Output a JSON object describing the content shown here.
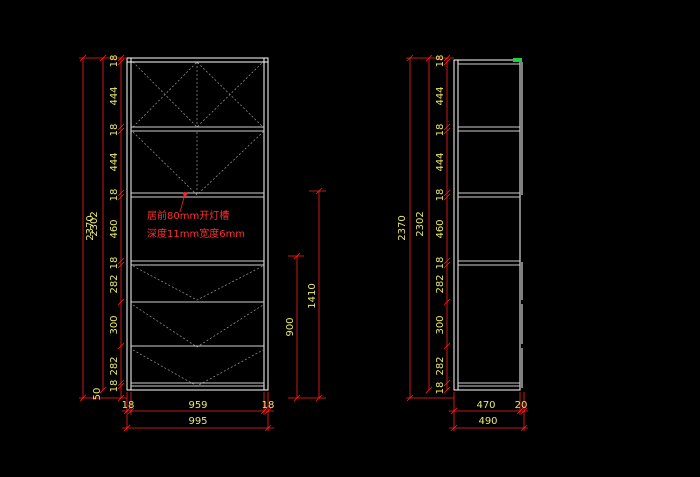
{
  "colors": {
    "background": "#000000",
    "cabinet": "#ffffff",
    "shelf": "#cfcfcf",
    "hidden_line": "#9a9a9a",
    "dimension_line": "#ff2020",
    "dimension_text": "#e8e870",
    "note_text": "#ff3030",
    "marker": "#22cc44"
  },
  "front_view": {
    "total_height": "2370",
    "inner_height": "2302",
    "segments": [
      "18",
      "444",
      "18",
      "444",
      "18",
      "460",
      "18",
      "282",
      "300",
      "282",
      "18",
      "50"
    ],
    "bottom_widths": {
      "left_side": "18",
      "inner": "959",
      "right_side": "18"
    },
    "total_width": "995",
    "lamp_slot_dims": [
      "1410",
      "900"
    ],
    "note_line1": "居前80mm开灯槽",
    "note_line2": "深度11mm宽度6mm"
  },
  "side_view": {
    "total_height": "2370",
    "inner_height": "2302",
    "segments": [
      "18",
      "444",
      "18",
      "444",
      "18",
      "460",
      "18",
      "282",
      "300",
      "282",
      "18"
    ],
    "bottom_depths": {
      "body": "470",
      "door": "20"
    },
    "total_depth": "490"
  }
}
